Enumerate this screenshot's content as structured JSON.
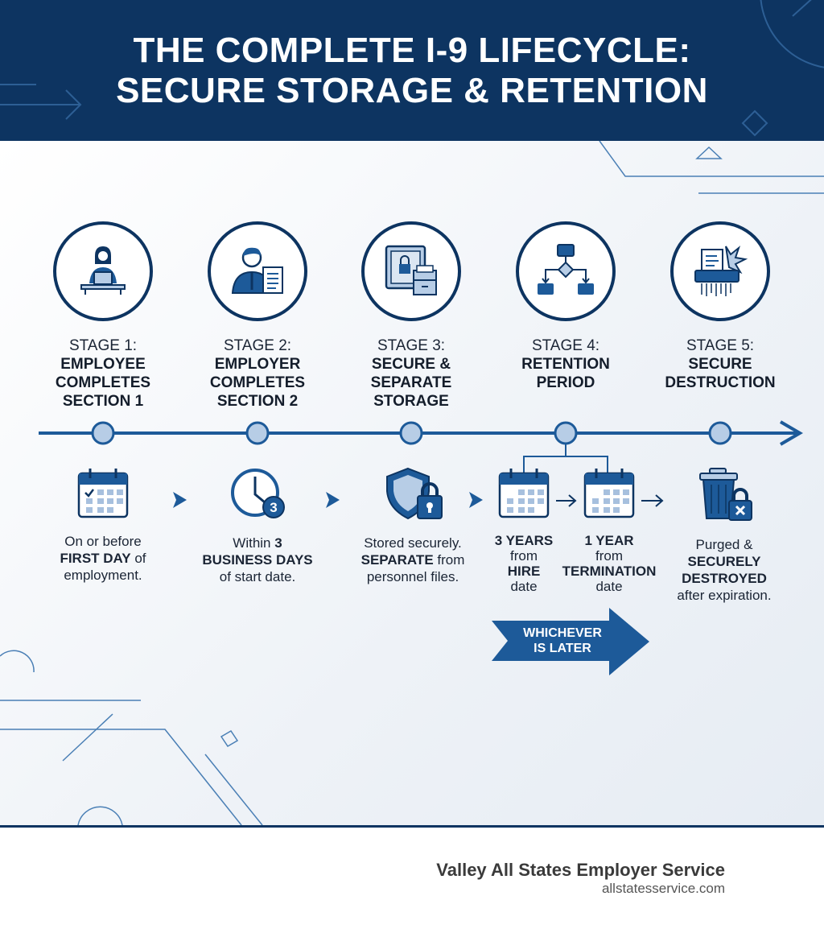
{
  "header": {
    "title_lines": [
      "THE COMPLETE I-9 LIFECYCLE:",
      "SECURE STORAGE & RETENTION"
    ]
  },
  "colors": {
    "navy": "#0d3461",
    "accent": "#1d5a99",
    "light_blue": "#b7cde6"
  },
  "stages": [
    {
      "label": "STAGE 1:",
      "title_lines": [
        "EMPLOYEE",
        "COMPLETES",
        "SECTION 1"
      ],
      "icon": "employee-laptop-icon",
      "detail_icon": "calendar-check-icon",
      "detail_lines": [
        [
          {
            "t": "On or before",
            "b": false
          }
        ],
        [
          {
            "t": "FIRST DAY",
            "b": true
          },
          {
            "t": " of",
            "b": false
          }
        ],
        [
          {
            "t": "employment.",
            "b": false
          }
        ]
      ]
    },
    {
      "label": "STAGE 2:",
      "title_lines": [
        "EMPLOYER",
        "COMPLETES",
        "SECTION 2"
      ],
      "icon": "employer-document-icon",
      "detail_icon": "clock-3-icon",
      "clock_badge": "3",
      "detail_lines": [
        [
          {
            "t": "Within ",
            "b": false
          },
          {
            "t": "3",
            "b": true
          }
        ],
        [
          {
            "t": "BUSINESS DAYS",
            "b": true
          }
        ],
        [
          {
            "t": "of start date.",
            "b": false
          }
        ]
      ]
    },
    {
      "label": "STAGE 3:",
      "title_lines": [
        "SECURE &",
        "SEPARATE",
        "STORAGE"
      ],
      "icon": "safe-file-cabinet-icon",
      "detail_icon": "shield-lock-icon",
      "detail_lines": [
        [
          {
            "t": "Stored securely.",
            "b": false
          }
        ],
        [
          {
            "t": "SEPARATE",
            "b": true
          },
          {
            "t": " from",
            "b": false
          }
        ],
        [
          {
            "t": "personnel files.",
            "b": false
          }
        ]
      ]
    },
    {
      "label": "STAGE 4:",
      "title_lines": [
        "RETENTION",
        "PERIOD"
      ],
      "icon": "flowchart-icon"
    },
    {
      "label": "STAGE 5:",
      "title_lines": [
        "SECURE",
        "DESTRUCTION"
      ],
      "icon": "shredder-icon",
      "detail_icon": "trash-lock-icon",
      "detail_lines": [
        [
          {
            "t": "Purged &",
            "b": false
          }
        ],
        [
          {
            "t": "SECURELY",
            "b": true
          }
        ],
        [
          {
            "t": "DESTROYED",
            "b": true
          }
        ],
        [
          {
            "t": "after expiration.",
            "b": false
          }
        ]
      ]
    }
  ],
  "retention": {
    "options": [
      {
        "detail_icon": "calendar-icon",
        "lines": [
          [
            {
              "t": "3 YEARS",
              "b": true
            }
          ],
          [
            {
              "t": "from",
              "b": false
            }
          ],
          [
            {
              "t": "HIRE",
              "b": true
            }
          ],
          [
            {
              "t": "date",
              "b": false
            }
          ]
        ]
      },
      {
        "detail_icon": "calendar-icon",
        "lines": [
          [
            {
              "t": "1 YEAR",
              "b": true
            }
          ],
          [
            {
              "t": "from",
              "b": false
            }
          ],
          [
            {
              "t": "TERMINATION",
              "b": true
            }
          ],
          [
            {
              "t": "date",
              "b": false
            }
          ]
        ]
      }
    ],
    "whichever_lines": [
      "WHICHEVER",
      "IS LATER"
    ]
  },
  "footer": {
    "brand": "Valley All States Employer Service",
    "url": "allstatesservice.com"
  }
}
